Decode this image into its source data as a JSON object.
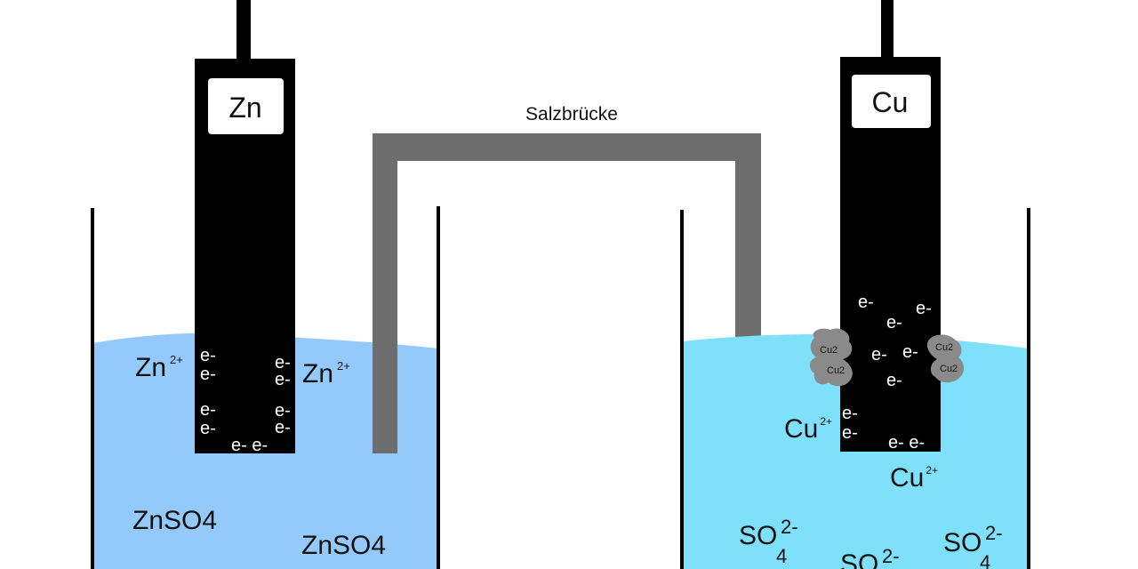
{
  "bridge": {
    "label": "Salzbrücke"
  },
  "anode": {
    "electrode_label": "Zn",
    "ion_left": {
      "base": "Zn",
      "charge": "2+"
    },
    "ion_right": {
      "base": "Zn",
      "charge": "2+"
    },
    "electron": "e-",
    "electron_pair": "e- e-",
    "solution_left": "ZnSO4",
    "solution_right": "ZnSO4",
    "colors": {
      "solution": "#94c9fb",
      "electrode": "#000000"
    }
  },
  "cathode": {
    "electrode_label": "Cu",
    "electron": "e-",
    "electron_pair": "e- e-",
    "deposit_label": "Cu2",
    "ion_a": {
      "base": "Cu",
      "charge": "2+"
    },
    "ion_b": {
      "base": "Cu",
      "charge": "2+"
    },
    "sulfate": {
      "base": "SO",
      "sub": "4",
      "charge": "2-"
    },
    "colors": {
      "solution": "#7fe0fb",
      "electrode": "#000000",
      "deposit": "#8a8a8a"
    }
  },
  "colors": {
    "bridge": "#6e6e6e",
    "beaker_wall": "#000000"
  }
}
